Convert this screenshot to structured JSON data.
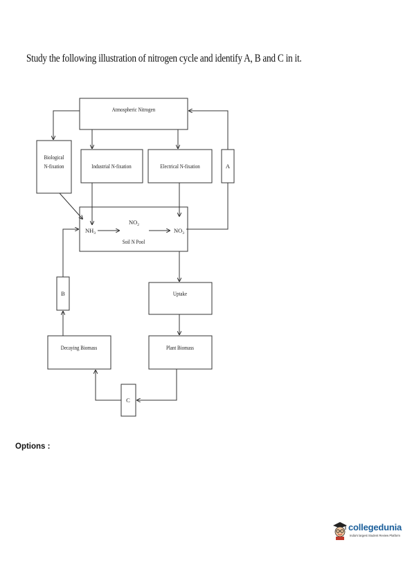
{
  "question": "Study the following illustration of nitrogen cycle and identify A, B and C in it.",
  "diagram": {
    "atmospheric": "Atmospheric Nitrogen",
    "biological_line1": "Biological",
    "biological_line2": "N-fixation",
    "industrial": "Industrial N-fixation",
    "electrical": "Electrical N-fixation",
    "label_a": "A",
    "nh3_main": "NH",
    "nh3_sub": "3",
    "no2_main": "NO",
    "no2_sub": "2",
    "no3_main": "NO",
    "no3_sub": "3",
    "soil_pool": "Soil N Pool",
    "label_b": "B",
    "uptake": "Uptake",
    "decaying": "Decaying Biomass",
    "plant": "Plant Biomass",
    "label_c": "C"
  },
  "options_label": "Options :",
  "logo": {
    "name": "collegedunia",
    "tagline": "India's largest Student Review Platform",
    "brand_color": "#1a5e9a"
  }
}
